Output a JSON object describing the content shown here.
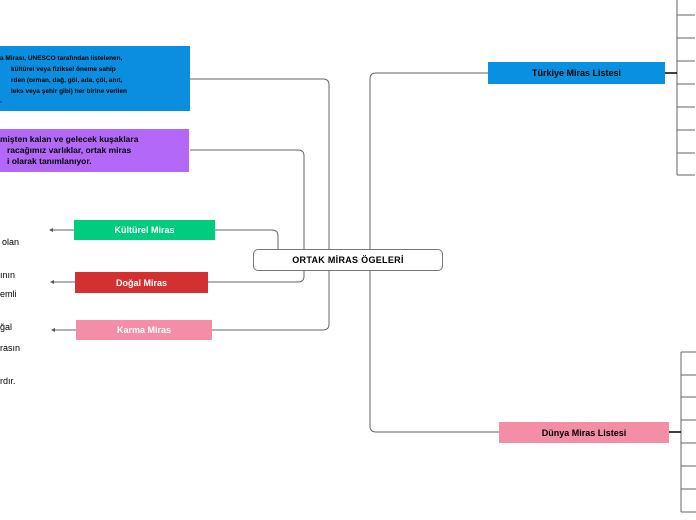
{
  "colors": {
    "connector": "#666666",
    "central_border": "#777777",
    "turkey": "#0a90e0",
    "world": "#f48ea6",
    "unesco_note": "#0b8ee0",
    "purple_note": "#b468f8",
    "kulturel": "#00cc7e",
    "dogal": "#d33131",
    "karma": "#f48ea6"
  },
  "central": {
    "label": "ORTAK MİRAS ÖGELERİ"
  },
  "turkey_list": {
    "label": "Türkiye Miras Listesi"
  },
  "world_list": {
    "label": "Dünya Miras Listesi"
  },
  "unesco_note": {
    "lines": [
      "a Mirası, UNESCO tarafından listelenen,",
      "kültürel veya fiziksel öneme sahip",
      "rden (orman, dağ, göl, ada, çöl, anıt,",
      "leks veya şehir gibi) her birine verilen",
      ","
    ]
  },
  "purple_note": {
    "lines": [
      "mişten kalan ve gelecek kuşaklara",
      "racağımız varlıklar, ortak miras",
      "i olarak tanımlanıyor."
    ]
  },
  "kulturel": {
    "label": "Kültürel Miras",
    "note_lines": [
      "olan",
      "ının"
    ]
  },
  "dogal": {
    "label": "Doğal Miras",
    "note_lines": [
      "emli",
      "ğal"
    ]
  },
  "karma": {
    "label": "Karma Miras",
    "note_lines": [
      "rasın",
      "rdır."
    ]
  }
}
